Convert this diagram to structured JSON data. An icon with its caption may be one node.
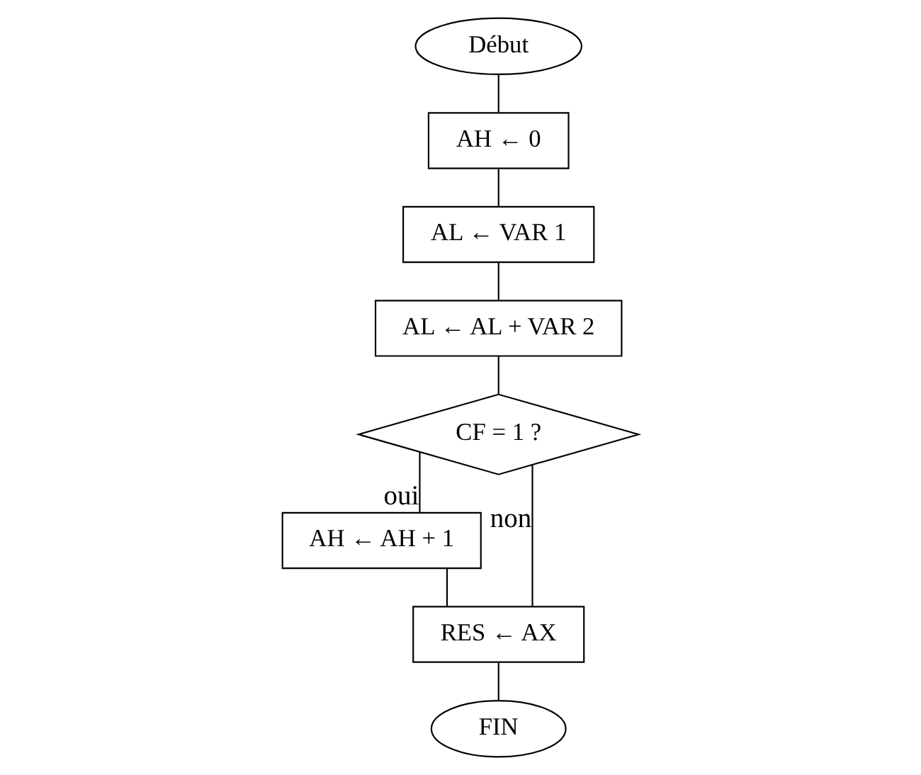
{
  "diagram": {
    "nodes": [
      {
        "text": [
          "Début"
        ]
      },
      {
        "text": [
          "AH ← 0"
        ]
      },
      {
        "text": [
          "AL ← VAR 1"
        ]
      },
      {
        "text": [
          "AL ← AL + VAR 2"
        ]
      },
      {
        "text": [
          "CF = 1 ?"
        ]
      },
      {
        "text": [
          "AH ← AH + 1"
        ]
      },
      {
        "text": [
          "RES ← AX"
        ]
      },
      {
        "text": [
          "FIN"
        ]
      }
    ],
    "edges": [
      {
        "from": 0,
        "to": 1,
        "arrow": "none"
      },
      {
        "from": 1,
        "to": 2,
        "arrow": "none"
      },
      {
        "from": 2,
        "to": 3,
        "arrow": "none"
      },
      {
        "from": 3,
        "to": 4,
        "arrow": "none"
      },
      {
        "from": 4,
        "to": 5,
        "arrow": "none",
        "label": "oui"
      },
      {
        "from": 4,
        "to": 6,
        "arrow": "none",
        "label": "non"
      },
      {
        "from": 5,
        "to": 6,
        "arrow": "none"
      },
      {
        "from": 6,
        "to": 7,
        "arrow": "none"
      }
    ]
  }
}
